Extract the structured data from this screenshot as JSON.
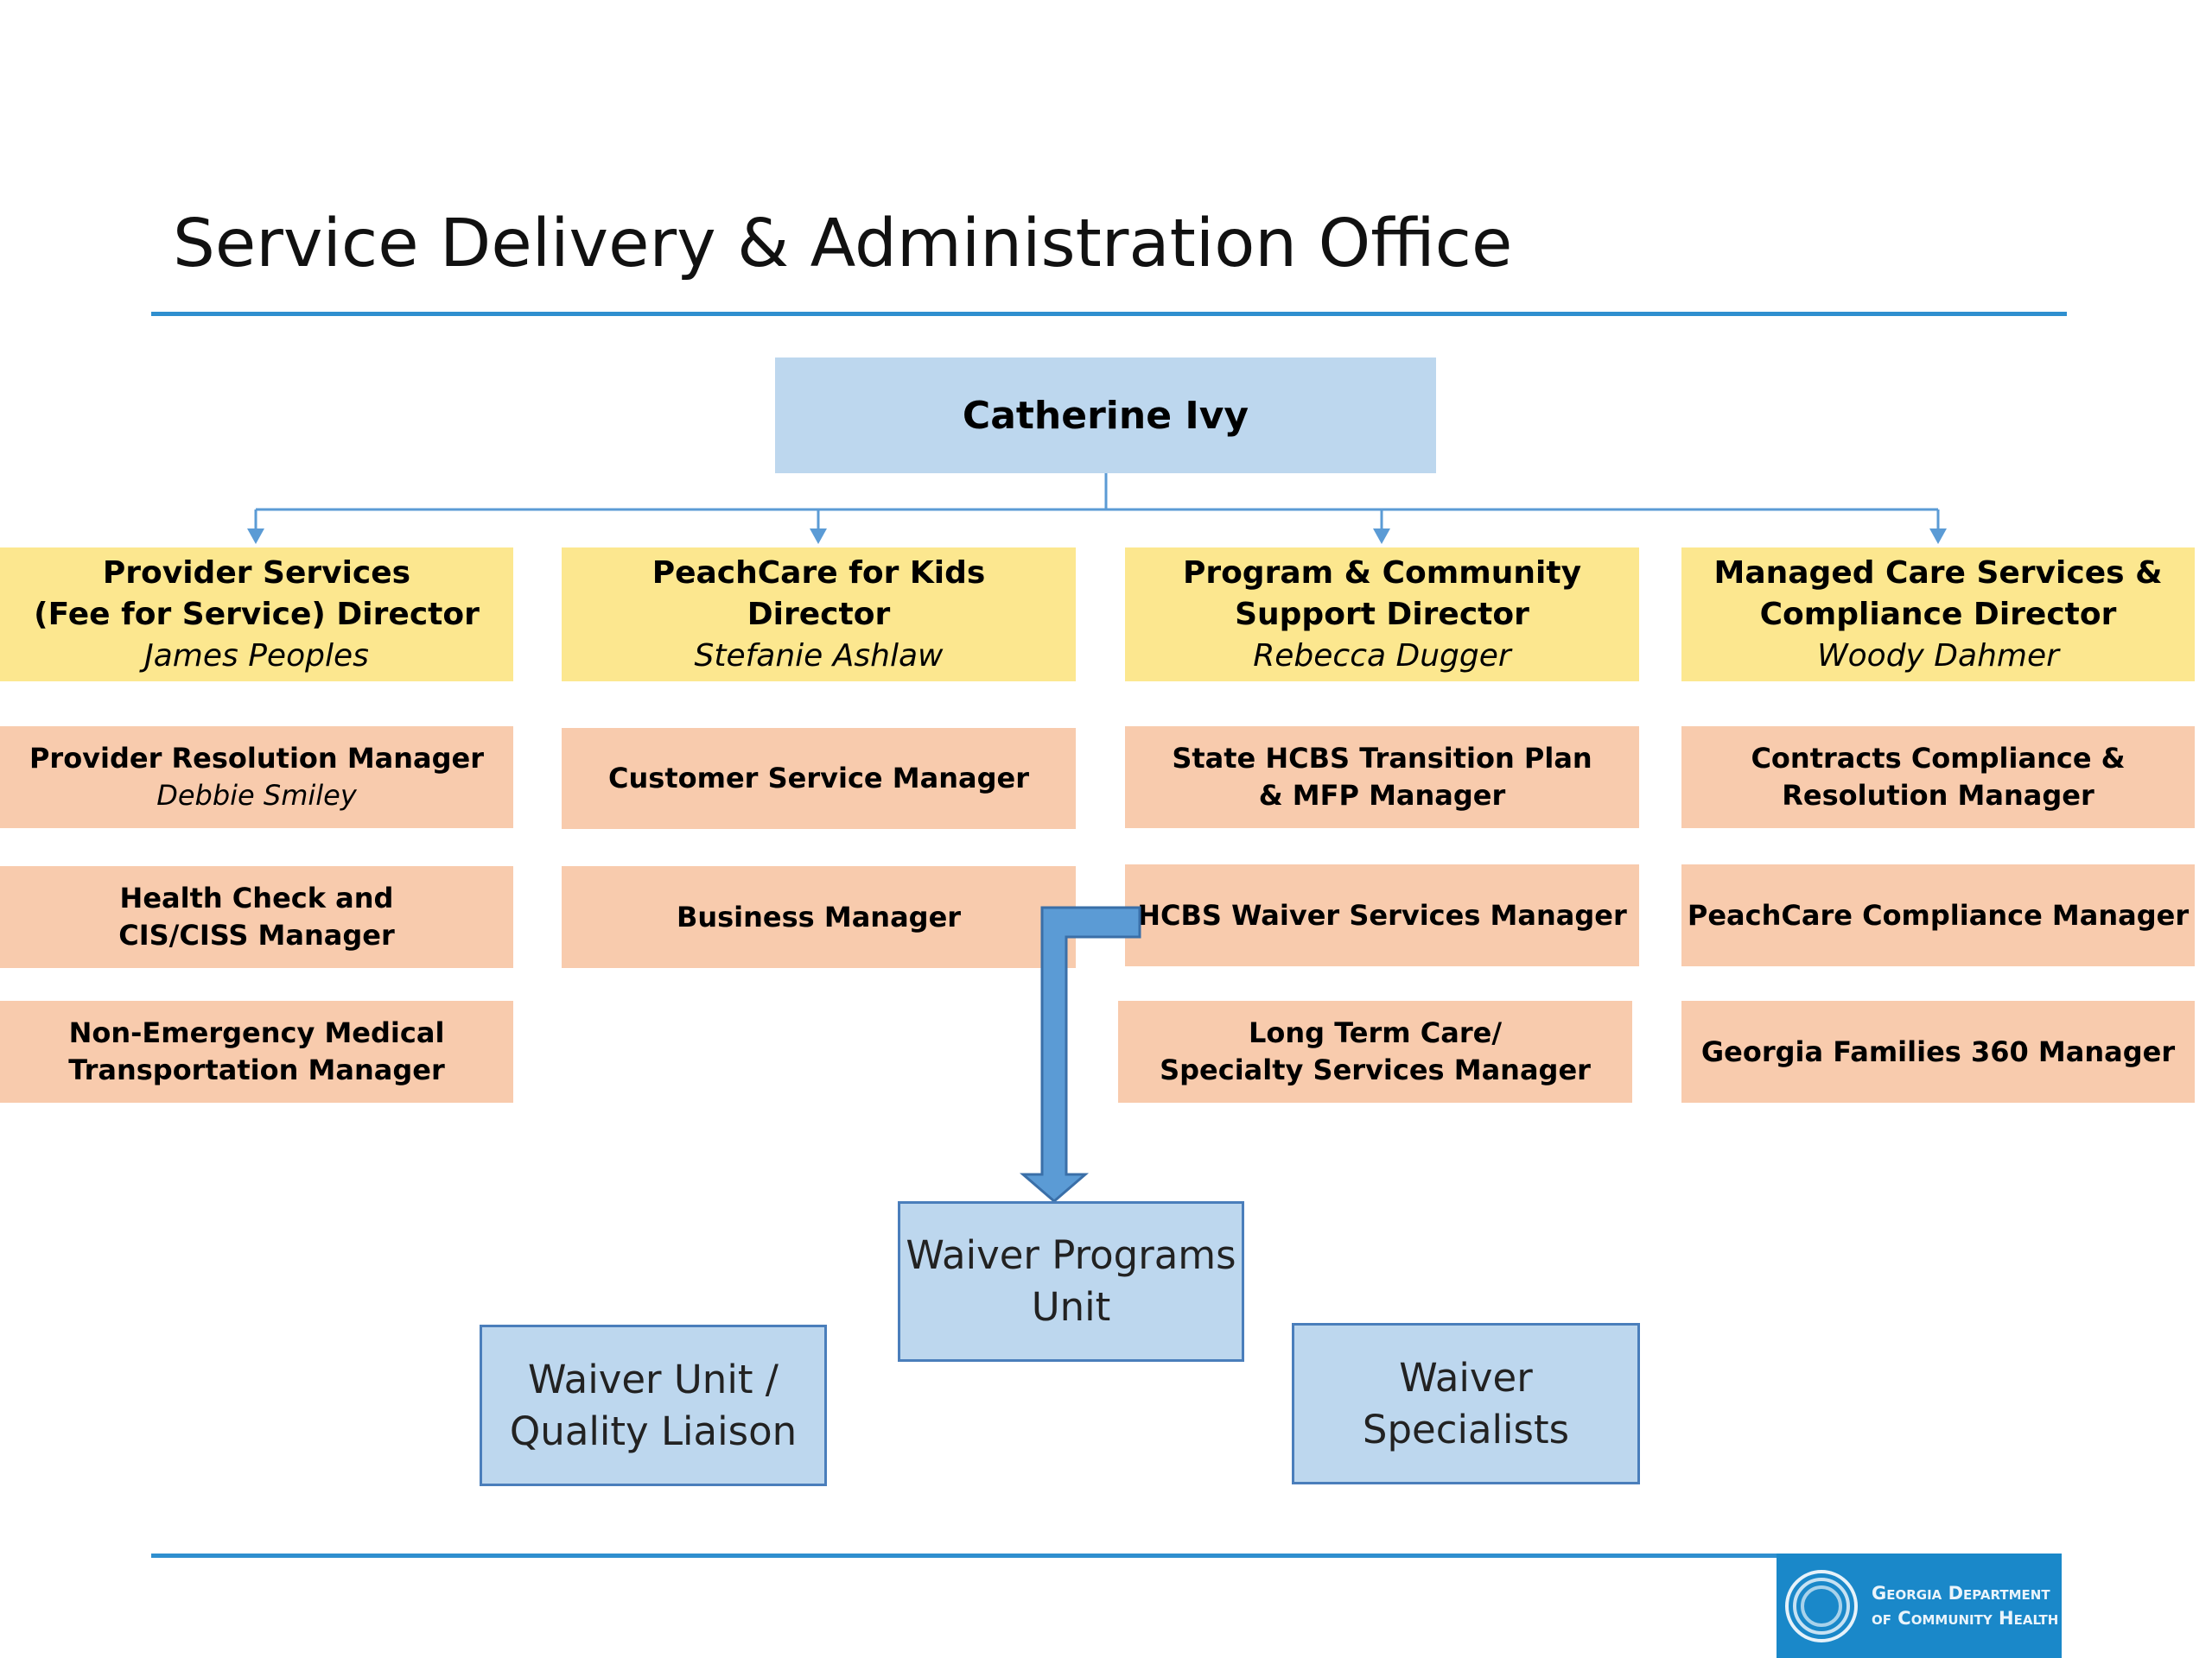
{
  "title": "Service Delivery & Administration Office",
  "top": {
    "name": "Catherine Ivy"
  },
  "columns": [
    {
      "director": {
        "title": "Provider Services\n(Fee for Service) Director",
        "name": "James Peoples"
      },
      "managers": [
        {
          "title": "Provider Resolution Manager",
          "name": "Debbie Smiley"
        },
        {
          "title": "Health Check and\nCIS/CISS Manager"
        },
        {
          "title": "Non-Emergency Medical\nTransportation Manager"
        }
      ]
    },
    {
      "director": {
        "title": "PeachCare for Kids\nDirector",
        "name": "Stefanie Ashlaw"
      },
      "managers": [
        {
          "title": "Customer Service Manager"
        },
        {
          "title": "Business Manager"
        }
      ]
    },
    {
      "director": {
        "title": "Program & Community\nSupport Director",
        "name": "Rebecca Dugger"
      },
      "managers": [
        {
          "title": "State HCBS Transition Plan\n& MFP Manager"
        },
        {
          "title": "HCBS Waiver Services Manager"
        },
        {
          "title": "Long Term Care/\nSpecialty Services Manager"
        }
      ]
    },
    {
      "director": {
        "title": "Managed Care Services &\nCompliance Director",
        "name": "Woody Dahmer"
      },
      "managers": [
        {
          "title": "Contracts Compliance &\nResolution Manager"
        },
        {
          "title": "PeachCare Compliance Manager"
        },
        {
          "title": "Georgia Families 360 Manager"
        }
      ]
    }
  ],
  "waiver": {
    "programs_unit": "Waiver Programs\nUnit",
    "quality_liaison": "Waiver Unit /\nQuality Liaison",
    "specialists": "Waiver\nSpecialists"
  },
  "logo": {
    "text": "Georgia Department\nof Community Health"
  },
  "colors": {
    "accent_line": "#2f8fcf",
    "top_box": "#bdd7ee",
    "director_box": "#fce78f",
    "manager_box": "#f8cbad",
    "waiver_box": "#bdd7ee",
    "arrow": "#5b9bd5",
    "logo_bg": "#1a88c9"
  }
}
